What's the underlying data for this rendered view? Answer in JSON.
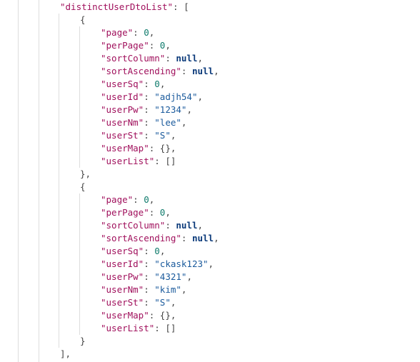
{
  "root_key": "distinctUserDtoList",
  "records": [
    {
      "page": "0",
      "perPage": "0",
      "sortColumn": "null",
      "sortAscending": "null",
      "userSq": "0",
      "userId": "\"adjh54\"",
      "userPw": "\"1234\"",
      "userNm": "\"lee\"",
      "userSt": "\"S\"",
      "userMap": "{}",
      "userList": "[]"
    },
    {
      "page": "0",
      "perPage": "0",
      "sortColumn": "null",
      "sortAscending": "null",
      "userSq": "0",
      "userId": "\"ckask123\"",
      "userPw": "\"4321\"",
      "userNm": "\"kim\"",
      "userSt": "\"S\"",
      "userMap": "{}",
      "userList": "[]"
    }
  ],
  "colors": {
    "key": "#a0105c",
    "string": "#1a5a9c",
    "number": "#0f7b6c",
    "keyword": "#0b3a7a",
    "guide": "#dddddd"
  }
}
